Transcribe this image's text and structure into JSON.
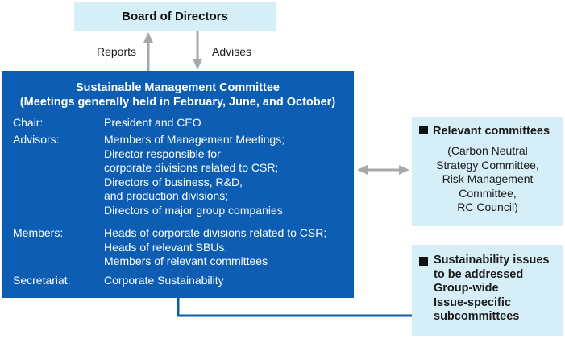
{
  "board": {
    "title": "Board of Directors"
  },
  "flows": {
    "reports_label": "Reports",
    "advises_label": "Advises"
  },
  "committee": {
    "title": "Sustainable Management Committee",
    "subtitle": "(Meetings generally held in February, June, and October)",
    "roles": [
      {
        "label": "Chair:",
        "lines": [
          "President and CEO"
        ]
      },
      {
        "label": "Advisors:",
        "lines": [
          "Members of Management Meetings;",
          "Director responsible for",
          "corporate divisions related to CSR;",
          "Directors of business, R&D,",
          "and production divisions;",
          "Directors of major group companies"
        ]
      },
      {
        "label": "Members:",
        "lines": [
          "Heads of corporate divisions related to CSR;",
          "Heads of relevant SBUs;",
          "Members of relevant committees"
        ]
      },
      {
        "label": "Secretariat:",
        "lines": [
          "Corporate Sustainability"
        ]
      }
    ]
  },
  "relevant_committees": {
    "heading": "Relevant committees",
    "lines": [
      "(Carbon Neutral",
      "Strategy Committee,",
      "Risk Management",
      "Committee,",
      "RC Council)"
    ]
  },
  "sustainability_issues": {
    "lines": [
      "Sustainability issues",
      "to be addressed",
      "Group-wide",
      "Issue-specific",
      "subcommittees"
    ]
  },
  "colors": {
    "light_box": "#d6eef8",
    "committee_box": "#0d5db3",
    "arrow_gray": "#a8a8a8",
    "connector_blue": "#0d5db3"
  }
}
